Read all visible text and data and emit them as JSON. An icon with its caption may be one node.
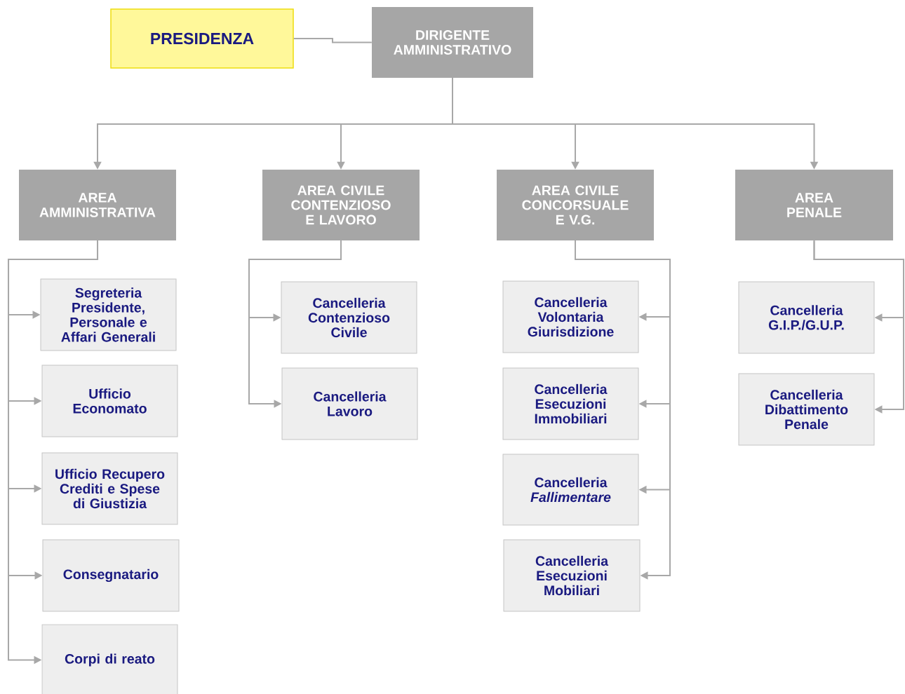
{
  "diagram": {
    "nodes": [
      {
        "text": [
          "PRESIDENZA"
        ]
      },
      {
        "text": [
          "DIRIGENTE AMMINISTRATIVO"
        ]
      },
      {
        "text": [
          "AREA AMMINISTRATIVA"
        ]
      },
      {
        "text": [
          "AREA CIVILE CONTENZIOSO E LAVORO"
        ]
      },
      {
        "text": [
          "AREA CIVILE CONCORSUALE E V.G."
        ]
      },
      {
        "text": [
          "AREA PENALE"
        ]
      },
      {
        "text": [
          "Segreteria Presidente, Personale e Affari Generali"
        ]
      },
      {
        "text": [
          "Ufficio Economato"
        ]
      },
      {
        "text": [
          "Ufficio Recupero Crediti e Spese di Giustizia"
        ]
      },
      {
        "text": [
          "Consegnatario"
        ]
      },
      {
        "text": [
          "Corpi di reato"
        ]
      },
      {
        "text": [
          "Cancelleria Contenzioso Civile"
        ]
      },
      {
        "text": [
          "Cancelleria Lavoro"
        ]
      },
      {
        "text": [
          "Cancelleria Volontaria Giurisdizione"
        ]
      },
      {
        "text": [
          "Cancelleria Esecuzioni Immobiliari"
        ]
      },
      {
        "text": [
          "Cancelleria *Fallimentare*"
        ]
      },
      {
        "text": [
          "Cancelleria Esecuzioni Mobiliari"
        ]
      },
      {
        "text": [
          "Cancelleria G.I.P./G.U.P."
        ]
      },
      {
        "text": [
          "Cancelleria Dibattimento Penale"
        ]
      }
    ],
    "edges": [
      {
        "from": 0,
        "to": 1,
        "arrow": "none"
      },
      {
        "from": 1,
        "to": 2,
        "arrow": "to"
      },
      {
        "from": 1,
        "to": 3,
        "arrow": "to"
      },
      {
        "from": 1,
        "to": 4,
        "arrow": "to"
      },
      {
        "from": 1,
        "to": 5,
        "arrow": "to"
      },
      {
        "from": 2,
        "to": 6,
        "arrow": "to"
      },
      {
        "from": 2,
        "to": 7,
        "arrow": "to"
      },
      {
        "from": 2,
        "to": 8,
        "arrow": "to"
      },
      {
        "from": 2,
        "to": 9,
        "arrow": "to"
      },
      {
        "from": 2,
        "to": 10,
        "arrow": "to"
      },
      {
        "from": 3,
        "to": 11,
        "arrow": "to"
      },
      {
        "from": 3,
        "to": 12,
        "arrow": "to"
      },
      {
        "from": 4,
        "to": 13,
        "arrow": "to"
      },
      {
        "from": 4,
        "to": 14,
        "arrow": "to"
      },
      {
        "from": 4,
        "to": 15,
        "arrow": "to"
      },
      {
        "from": 4,
        "to": 16,
        "arrow": "to"
      },
      {
        "from": 5,
        "to": 17,
        "arrow": "to"
      },
      {
        "from": 5,
        "to": 18,
        "arrow": "to"
      }
    ]
  }
}
